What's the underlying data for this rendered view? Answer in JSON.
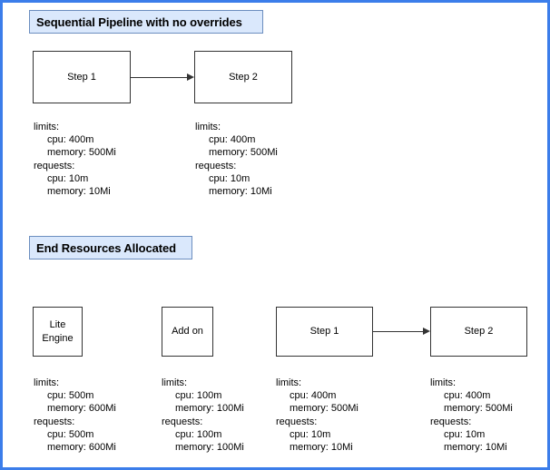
{
  "frame": {
    "border_color": "#3b7dea",
    "background": "#ffffff"
  },
  "palette": {
    "banner_fill": "#dae8fc",
    "banner_border": "#6c8ebf",
    "node_border": "#333333",
    "text": "#000000"
  },
  "sections": [
    {
      "id": "sequential-pipeline",
      "banner_label": "Sequential Pipeline with no overrides",
      "nodes": [
        {
          "id": "top-step-1",
          "label": "Step 1"
        },
        {
          "id": "top-step-2",
          "label": "Step 2"
        }
      ],
      "arrow": {
        "id": "top-arrow",
        "from": "Step 1",
        "to": "Step 2"
      },
      "resources": [
        {
          "id": "top-step-1-resources",
          "limits_label": "limits:",
          "limits_cpu": "cpu: 400m",
          "limits_memory": "memory: 500Mi",
          "requests_label": "requests:",
          "requests_cpu": "cpu: 10m",
          "requests_memory": "memory: 10Mi"
        },
        {
          "id": "top-step-2-resources",
          "limits_label": "limits:",
          "limits_cpu": "cpu: 400m",
          "limits_memory": "memory: 500Mi",
          "requests_label": "requests:",
          "requests_cpu": "cpu: 10m",
          "requests_memory": "memory: 10Mi"
        }
      ]
    },
    {
      "id": "end-resources-allocated",
      "banner_label": "End Resources Allocated",
      "nodes": [
        {
          "id": "bottom-lite-engine",
          "label": "Lite\nEngine"
        },
        {
          "id": "bottom-add-on",
          "label": "Add on"
        },
        {
          "id": "bottom-step-1",
          "label": "Step 1"
        },
        {
          "id": "bottom-step-2",
          "label": "Step 2"
        }
      ],
      "arrow": {
        "id": "bottom-arrow",
        "from": "Step 1",
        "to": "Step 2"
      },
      "resources": [
        {
          "id": "lite-engine-resources",
          "limits_label": "limits:",
          "limits_cpu": "cpu: 500m",
          "limits_memory": "memory: 600Mi",
          "requests_label": "requests:",
          "requests_cpu": "cpu: 500m",
          "requests_memory": "memory: 600Mi"
        },
        {
          "id": "add-on-resources",
          "limits_label": "limits:",
          "limits_cpu": "cpu: 100m",
          "limits_memory": "memory: 100Mi",
          "requests_label": "requests:",
          "requests_cpu": "cpu: 100m",
          "requests_memory": "memory: 100Mi"
        },
        {
          "id": "bottom-step-1-resources",
          "limits_label": "limits:",
          "limits_cpu": "cpu: 400m",
          "limits_memory": "memory: 500Mi",
          "requests_label": "requests:",
          "requests_cpu": "cpu: 10m",
          "requests_memory": "memory: 10Mi"
        },
        {
          "id": "bottom-step-2-resources",
          "limits_label": "limits:",
          "limits_cpu": "cpu: 400m",
          "limits_memory": "memory: 500Mi",
          "requests_label": "requests:",
          "requests_cpu": "cpu: 10m",
          "requests_memory": "memory: 10Mi"
        }
      ]
    }
  ]
}
